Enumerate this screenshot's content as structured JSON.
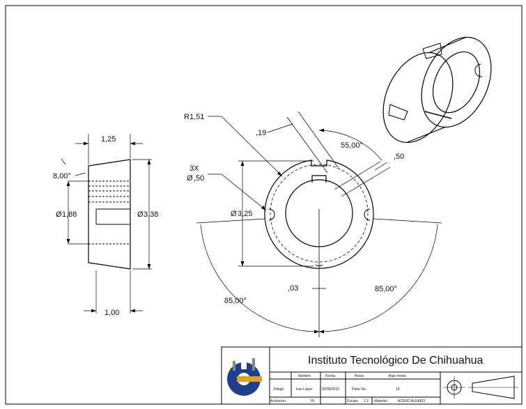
{
  "drawing": {
    "dimensions": {
      "width_top": "1,25",
      "angle_taper": "8,00°",
      "dia_inner_left": "1,88",
      "dia_outer_left": "3,38",
      "width_bottom": "1,00",
      "radius": "R1,51",
      "keyway_thk": ",19",
      "angle_top": "55,00°",
      "keyway_width": ",50",
      "holes_count": "3X",
      "holes_dia": ",50",
      "dia_center": "3,25",
      "offset": ",03",
      "angle_right": "85,00°",
      "angle_left": "85,00°"
    },
    "diameter_symbol": "Ø"
  },
  "title_block": {
    "institution": "Instituto Tecnológico De Chihuahua",
    "col_nombre": "Nombre",
    "col_fecha": "Fecha",
    "col_pieza": "Pieza:",
    "pieza_value": "Buje motriz",
    "dibujo_label": "Dibujó:",
    "dibujo_name": "Iran López",
    "dibujo_date": "02/06/2015",
    "parte_label": "Parte No.",
    "parte_value": "16",
    "acotacion_label": "Acotación:",
    "acotacion_value": "IN",
    "escala_label": "Escala:",
    "escala_value": "1:2",
    "material_label": "Material:",
    "material_value": "ACERO ALEADO"
  },
  "colors": {
    "logo_gear": "#1f3f8f",
    "logo_accent": "#e0a020"
  }
}
